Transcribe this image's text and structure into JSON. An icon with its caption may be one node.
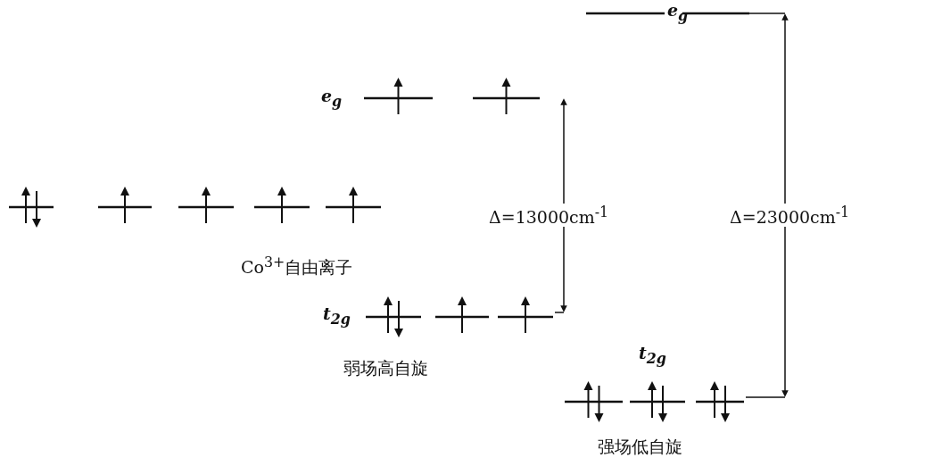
{
  "diagram": {
    "labels": [
      "e$_{g}$",
      "Co$^{3+}$自由离子",
      "e$_{g}$",
      "Δ=13000cm$^{-1}$",
      "Δ=23000cm$^{-1}$",
      "t$_{2g}$",
      "弱场高自旋",
      "t$_{2g}$",
      "强场低自旋"
    ]
  }
}
